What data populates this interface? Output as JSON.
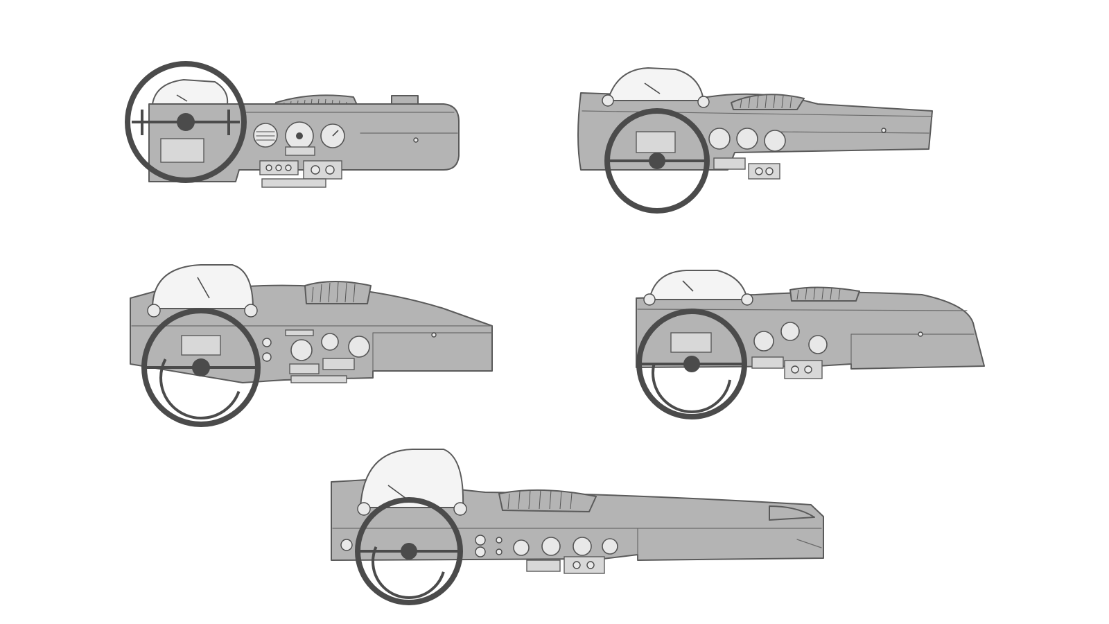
{
  "artwork": {
    "description_kind": "concept sketch sheet",
    "sketches": [
      {
        "id": "dashboard-sketch-1"
      },
      {
        "id": "dashboard-sketch-2"
      },
      {
        "id": "dashboard-sketch-3"
      },
      {
        "id": "dashboard-sketch-4"
      },
      {
        "id": "dashboard-sketch-5"
      }
    ],
    "colors": {
      "background": "#ffffff",
      "panel_fill": "#b4b4b4",
      "ink": "#4b4b4b"
    }
  }
}
